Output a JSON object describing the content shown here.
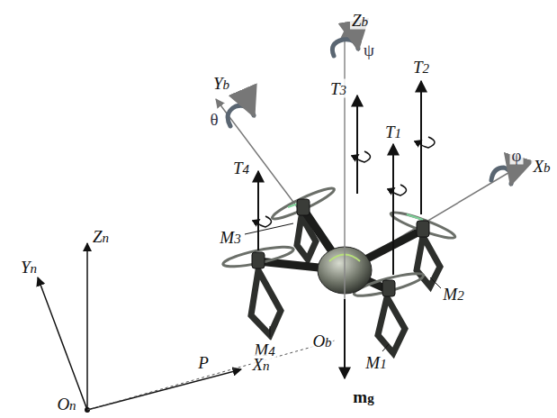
{
  "diagram": {
    "labels": [
      "Zb",
      "ψ",
      "Yb",
      "θ",
      "T3",
      "T2",
      "T1",
      "φ",
      "Xb",
      "T4",
      "M3",
      "M2",
      "Yn",
      "Zn",
      "P",
      "Ob",
      "M4",
      "M1",
      "mg",
      "Xn",
      "On"
    ]
  }
}
